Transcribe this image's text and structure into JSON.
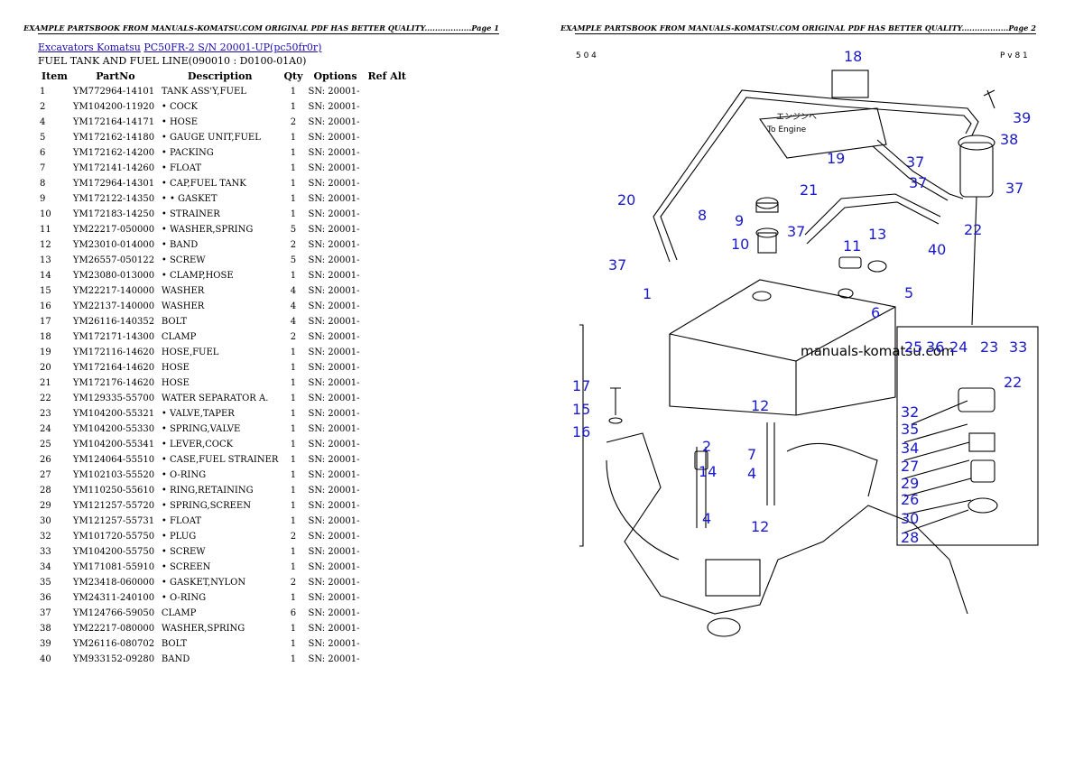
{
  "pages": {
    "left": {
      "banner": "EXAMPLE PARTSBOOK FROM MANUALS-KOMATSU.COM ORIGINAL PDF HAS BETTER QUALITY..................Page 1"
    },
    "right": {
      "banner": "EXAMPLE PARTSBOOK FROM MANUALS-KOMATSU.COM ORIGINAL PDF HAS BETTER QUALITY..................Page 2"
    }
  },
  "breadcrumb": {
    "category": "Excavators Komatsu",
    "model": "PC50FR-2 S/N 20001-UP(pc50fr0r)"
  },
  "section_title": "FUEL TANK AND FUEL LINE(090010 : D0100-01A0)",
  "table": {
    "headers": [
      "Item",
      "PartNo",
      "Description",
      "Qty",
      "Options",
      "Ref Alt"
    ],
    "rows": [
      [
        "1",
        "YM772964-14101",
        "TANK ASS'Y,FUEL",
        "1",
        "SN: 20001-",
        ""
      ],
      [
        "2",
        "YM104200-11920",
        "• COCK",
        "1",
        "SN: 20001-",
        ""
      ],
      [
        "4",
        "YM172164-14171",
        "• HOSE",
        "2",
        "SN: 20001-",
        ""
      ],
      [
        "5",
        "YM172162-14180",
        "• GAUGE UNIT,FUEL",
        "1",
        "SN: 20001-",
        ""
      ],
      [
        "6",
        "YM172162-14200",
        "• PACKING",
        "1",
        "SN: 20001-",
        ""
      ],
      [
        "7",
        "YM172141-14260",
        "• FLOAT",
        "1",
        "SN: 20001-",
        ""
      ],
      [
        "8",
        "YM172964-14301",
        "• CAP,FUEL TANK",
        "1",
        "SN: 20001-",
        ""
      ],
      [
        "9",
        "YM172122-14350",
        "• • GASKET",
        "1",
        "SN: 20001-",
        ""
      ],
      [
        "10",
        "YM172183-14250",
        "• STRAINER",
        "1",
        "SN: 20001-",
        ""
      ],
      [
        "11",
        "YM22217-050000",
        "• WASHER,SPRING",
        "5",
        "SN: 20001-",
        ""
      ],
      [
        "12",
        "YM23010-014000",
        "• BAND",
        "2",
        "SN: 20001-",
        ""
      ],
      [
        "13",
        "YM26557-050122",
        "• SCREW",
        "5",
        "SN: 20001-",
        ""
      ],
      [
        "14",
        "YM23080-013000",
        "• CLAMP,HOSE",
        "1",
        "SN: 20001-",
        ""
      ],
      [
        "15",
        "YM22217-140000",
        "WASHER",
        "4",
        "SN: 20001-",
        ""
      ],
      [
        "16",
        "YM22137-140000",
        "WASHER",
        "4",
        "SN: 20001-",
        ""
      ],
      [
        "17",
        "YM26116-140352",
        "BOLT",
        "4",
        "SN: 20001-",
        ""
      ],
      [
        "18",
        "YM172171-14300",
        "CLAMP",
        "2",
        "SN: 20001-",
        ""
      ],
      [
        "19",
        "YM172116-14620",
        "HOSE,FUEL",
        "1",
        "SN: 20001-",
        ""
      ],
      [
        "20",
        "YM172164-14620",
        "HOSE",
        "1",
        "SN: 20001-",
        ""
      ],
      [
        "21",
        "YM172176-14620",
        "HOSE",
        "1",
        "SN: 20001-",
        ""
      ],
      [
        "22",
        "YM129335-55700",
        "WATER SEPARATOR A.",
        "1",
        "SN: 20001-",
        ""
      ],
      [
        "23",
        "YM104200-55321",
        "• VALVE,TAPER",
        "1",
        "SN: 20001-",
        ""
      ],
      [
        "24",
        "YM104200-55330",
        "• SPRING,VALVE",
        "1",
        "SN: 20001-",
        ""
      ],
      [
        "25",
        "YM104200-55341",
        "• LEVER,COCK",
        "1",
        "SN: 20001-",
        ""
      ],
      [
        "26",
        "YM124064-55510",
        "• CASE,FUEL STRAINER",
        "1",
        "SN: 20001-",
        ""
      ],
      [
        "27",
        "YM102103-55520",
        "• O-RING",
        "1",
        "SN: 20001-",
        ""
      ],
      [
        "28",
        "YM110250-55610",
        "• RING,RETAINING",
        "1",
        "SN: 20001-",
        ""
      ],
      [
        "29",
        "YM121257-55720",
        "• SPRING,SCREEN",
        "1",
        "SN: 20001-",
        ""
      ],
      [
        "30",
        "YM121257-55731",
        "• FLOAT",
        "1",
        "SN: 20001-",
        ""
      ],
      [
        "32",
        "YM101720-55750",
        "• PLUG",
        "2",
        "SN: 20001-",
        ""
      ],
      [
        "33",
        "YM104200-55750",
        "• SCREW",
        "1",
        "SN: 20001-",
        ""
      ],
      [
        "34",
        "YM171081-55910",
        "• SCREEN",
        "1",
        "SN: 20001-",
        ""
      ],
      [
        "35",
        "YM23418-060000",
        "• GASKET,NYLON",
        "2",
        "SN: 20001-",
        ""
      ],
      [
        "36",
        "YM24311-240100",
        "• O-RING",
        "1",
        "SN: 20001-",
        ""
      ],
      [
        "37",
        "YM124766-59050",
        "CLAMP",
        "6",
        "SN: 20001-",
        ""
      ],
      [
        "38",
        "YM22217-080000",
        "WASHER,SPRING",
        "1",
        "SN: 20001-",
        ""
      ],
      [
        "39",
        "YM26116-080702",
        "BOLT",
        "1",
        "SN: 20001-",
        ""
      ],
      [
        "40",
        "YM933152-09280",
        "BAND",
        "1",
        "SN: 20001-",
        ""
      ]
    ]
  },
  "diagram": {
    "corner_codes": {
      "left": "5 0 4",
      "right": "P v 8 1"
    },
    "watermark": "manuals-komatsu.com",
    "engine_label": {
      "jp": "エンジンへ",
      "en": "To Engine"
    },
    "callouts": [
      "1",
      "2",
      "4",
      "5",
      "6",
      "7",
      "8",
      "9",
      "10",
      "11",
      "12",
      "13",
      "14",
      "15",
      "16",
      "17",
      "18",
      "19",
      "20",
      "21",
      "22",
      "23",
      "24",
      "25",
      "26",
      "27",
      "28",
      "29",
      "30",
      "32",
      "33",
      "34",
      "35",
      "36",
      "37",
      "38",
      "39",
      "40"
    ],
    "callout_color": "#1a1ac8"
  }
}
